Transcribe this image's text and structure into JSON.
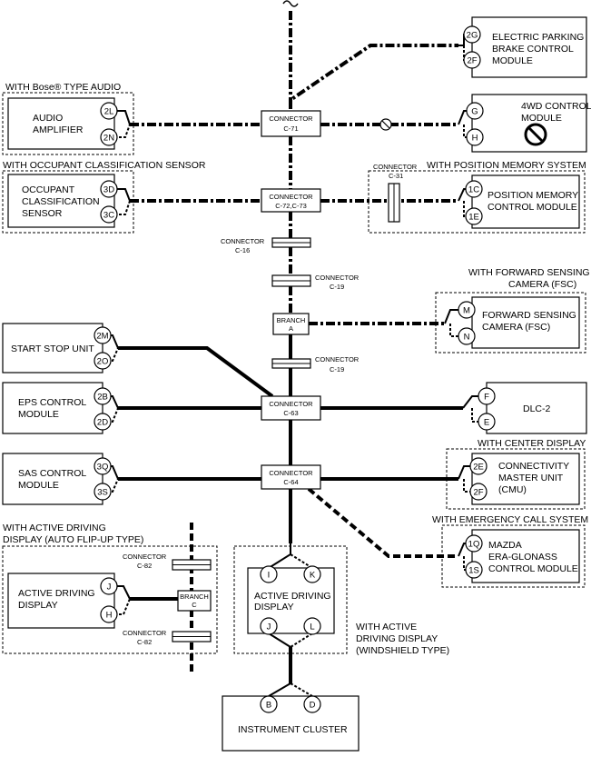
{
  "header": {
    "bose_label": "WITH Bose® TYPE AUDIO"
  },
  "groups": {
    "occupant": "WITH OCCUPANT CLASSIFICATION SENSOR",
    "position_memory": "WITH POSITION MEMORY SYSTEM",
    "fsc_line1": "WITH FORWARD SENSING",
    "fsc_line2": "CAMERA (FSC)",
    "center_display": "WITH CENTER DISPLAY",
    "emergency": "WITH EMERGENCY CALL SYSTEM",
    "add_flip_line1": "WITH ACTIVE DRIVING",
    "add_flip_line2": "DISPLAY (AUTO FLIP-UP TYPE)",
    "add_ws_line1": "WITH ACTIVE",
    "add_ws_line2": "DRIVING DISPLAY",
    "add_ws_line3": "(WINDSHIELD TYPE)"
  },
  "modules": {
    "epb": [
      "ELECTRIC PARKING",
      "BRAKE CONTROL",
      "MODULE"
    ],
    "audio": [
      "AUDIO",
      "AMPLIFIER"
    ],
    "awd": [
      "4WD CONTROL",
      "MODULE"
    ],
    "ocs": [
      "OCCUPANT",
      "CLASSIFICATION",
      "SENSOR"
    ],
    "pmc": [
      "POSITION MEMORY",
      "CONTROL MODULE"
    ],
    "fsc": [
      "FORWARD SENSING",
      "CAMERA (FSC)"
    ],
    "ssu": [
      "START STOP UNIT"
    ],
    "eps": [
      "EPS CONTROL",
      "MODULE"
    ],
    "dlc": [
      "DLC-2"
    ],
    "sas": [
      "SAS CONTROL",
      "MODULE"
    ],
    "cmu": [
      "CONNECTIVITY",
      "MASTER UNIT",
      "(CMU)"
    ],
    "era": [
      "MAZDA",
      "ERA-GLONASS",
      "CONTROL MODULE"
    ],
    "add_flip": [
      "ACTIVE DRIVING",
      "DISPLAY"
    ],
    "add_ws": [
      "ACTIVE DRIVING",
      "DISPLAY"
    ],
    "ic": [
      "INSTRUMENT CLUSTER"
    ]
  },
  "pins": {
    "epb_a": "2G",
    "epb_b": "2F",
    "audio_a": "2L",
    "audio_b": "2N",
    "awd_a": "G",
    "awd_b": "H",
    "ocs_a": "3D",
    "ocs_b": "3C",
    "pmc_a": "1C",
    "pmc_b": "1E",
    "fsc_a": "M",
    "fsc_b": "N",
    "ssu_a": "2M",
    "ssu_b": "2O",
    "eps_a": "2B",
    "eps_b": "2D",
    "dlc_a": "F",
    "dlc_b": "E",
    "sas_a": "3Q",
    "sas_b": "3S",
    "cmu_a": "2E",
    "cmu_b": "2F",
    "era_a": "1Q",
    "era_b": "1S",
    "flip_a": "J",
    "flip_b": "H",
    "ws_a": "I",
    "ws_b": "K",
    "ws_c": "J",
    "ws_d": "L",
    "ic_a": "B",
    "ic_b": "D"
  },
  "connectors": {
    "c71": [
      "CONNECTOR",
      "C-71"
    ],
    "c72": [
      "CONNECTOR",
      "C-72,C-73"
    ],
    "c16": [
      "CONNECTOR",
      "C-16"
    ],
    "c19a": [
      "CONNECTOR",
      "C-19"
    ],
    "c19b": [
      "CONNECTOR",
      "C-19"
    ],
    "c63": [
      "CONNECTOR",
      "C-63"
    ],
    "c64": [
      "CONNECTOR",
      "C-64"
    ],
    "c31": [
      "CONNECTOR",
      "C-31"
    ],
    "c82a": [
      "CONNECTOR",
      "C-82"
    ],
    "c82b": [
      "CONNECTOR",
      "C-82"
    ],
    "branch_a": [
      "BRANCH",
      "A"
    ],
    "branch_c": [
      "BRANCH",
      "C"
    ]
  }
}
